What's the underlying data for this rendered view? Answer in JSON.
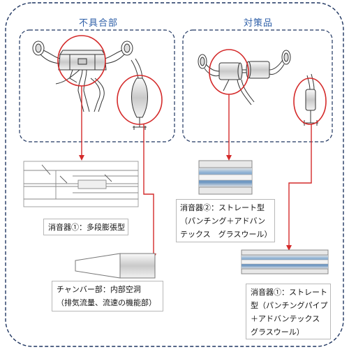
{
  "header": {
    "defect_label": "不具合部",
    "fix_label": "対策品"
  },
  "captions": {
    "muffler_multi": "消音器①：多段膨張型",
    "muffler2_lines": [
      "消音器②：ストレート型",
      "（パンチング＋アドバン",
      "テックス　グラスウール）"
    ],
    "chamber_lines": [
      "チャンバー部：内部空洞",
      "（排気流量、流速の機能部）"
    ],
    "muffler1_lines": [
      "消音器①：ストレート",
      "型（パンチングパイプ",
      "＋アドバンテックス",
      "グラスウール）"
    ]
  },
  "colors": {
    "frame": "#1f3560",
    "callout": "#d42a2a",
    "header_text": "#2e5fa8",
    "packing_blue": "#7fa6cc"
  }
}
